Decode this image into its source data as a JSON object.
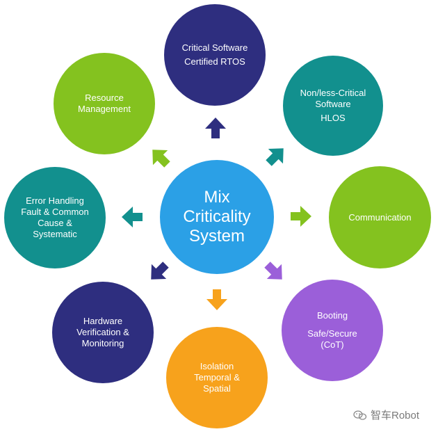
{
  "diagram": {
    "center": {
      "lines": [
        "Mix",
        "Criticality",
        "System"
      ]
    },
    "nodes": {
      "critical_software": {
        "lines": [
          "Critical Software",
          "Certified RTOS"
        ]
      },
      "non_critical": {
        "lines": [
          "Non/less-Critical",
          "Software",
          "HLOS"
        ]
      },
      "communication": {
        "lines": [
          "Communication"
        ]
      },
      "booting": {
        "lines": [
          "Booting",
          "Safe/Secure",
          "(CoT)"
        ]
      },
      "isolation": {
        "lines": [
          "Isolation",
          "Temporal &",
          "Spatial"
        ]
      },
      "hardware": {
        "lines": [
          "Hardware",
          "Verification &",
          "Monitoring"
        ]
      },
      "error_handling": {
        "lines": [
          "Error Handling",
          "Fault & Common",
          "Cause  &",
          "Systematic"
        ]
      },
      "resource": {
        "lines": [
          "Resource",
          "Management"
        ]
      }
    },
    "colors": {
      "center": "#2ba0e6",
      "critical_software": "#2e2e7f",
      "non_critical": "#12908e",
      "communication": "#84c21f",
      "booting": "#9b5fd9",
      "isolation": "#f7a21c",
      "hardware": "#2e2e7f",
      "error_handling": "#12908e",
      "resource": "#84c21f"
    }
  },
  "watermark": {
    "text": "智车Robot",
    "icon": "wechat-icon"
  }
}
